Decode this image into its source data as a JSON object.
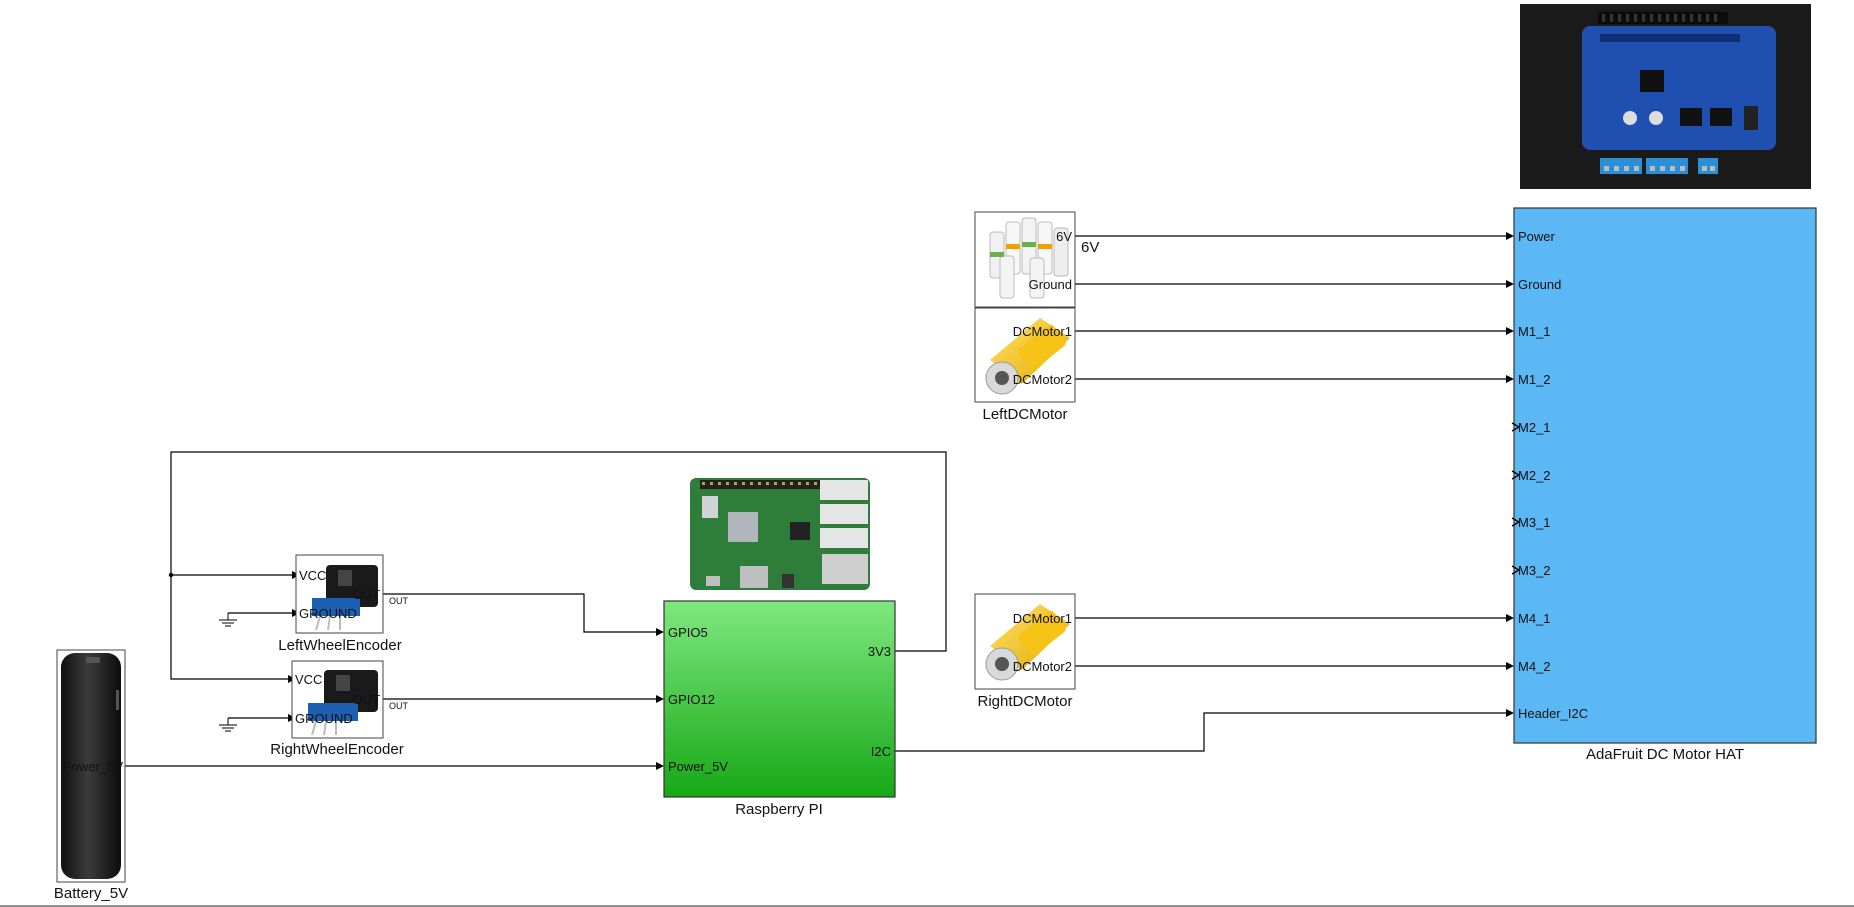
{
  "blocks": {
    "battery": {
      "name": "Battery_5V",
      "port_power": "Power_5V"
    },
    "left_encoder": {
      "name": "LeftWheelEncoder",
      "port_vcc": "VCC",
      "port_ground": "GROUND",
      "port_out": "OUT",
      "out_small": "OUT"
    },
    "right_encoder": {
      "name": "RightWheelEncoder",
      "port_vcc": "VCC",
      "port_ground": "GROUND",
      "port_out": "OUT",
      "out_small": "OUT"
    },
    "raspberry": {
      "name": "Raspberry PI",
      "port_gpio5": "GPIO5",
      "port_gpio12": "GPIO12",
      "port_power": "Power_5V",
      "port_3v3": "3V3",
      "port_i2c": "I2C"
    },
    "supply_6v": {
      "port_6v": "6V",
      "port_ground": "Ground",
      "signal_label": "6V"
    },
    "left_motor": {
      "name": "LeftDCMotor",
      "port_m1": "DCMotor1",
      "port_m2": "DCMotor2"
    },
    "right_motor": {
      "name": "RightDCMotor",
      "port_m1": "DCMotor1",
      "port_m2": "DCMotor2"
    },
    "hat": {
      "name": "AdaFruit DC Motor HAT",
      "ports": [
        "Power",
        "Ground",
        "M1_1",
        "M1_2",
        "M2_1",
        "M2_2",
        "M3_1",
        "M3_2",
        "M4_1",
        "M4_2",
        "Header_I2C"
      ]
    }
  },
  "colors": {
    "hat_fill": "#5bb8f5",
    "raspberry_top": "#7fe87f",
    "raspberry_bottom": "#16a816",
    "pcb_green": "#2e7d3a",
    "hat_pcb_blue": "#1f4fb0",
    "motor_yellow": "#f6c417"
  }
}
